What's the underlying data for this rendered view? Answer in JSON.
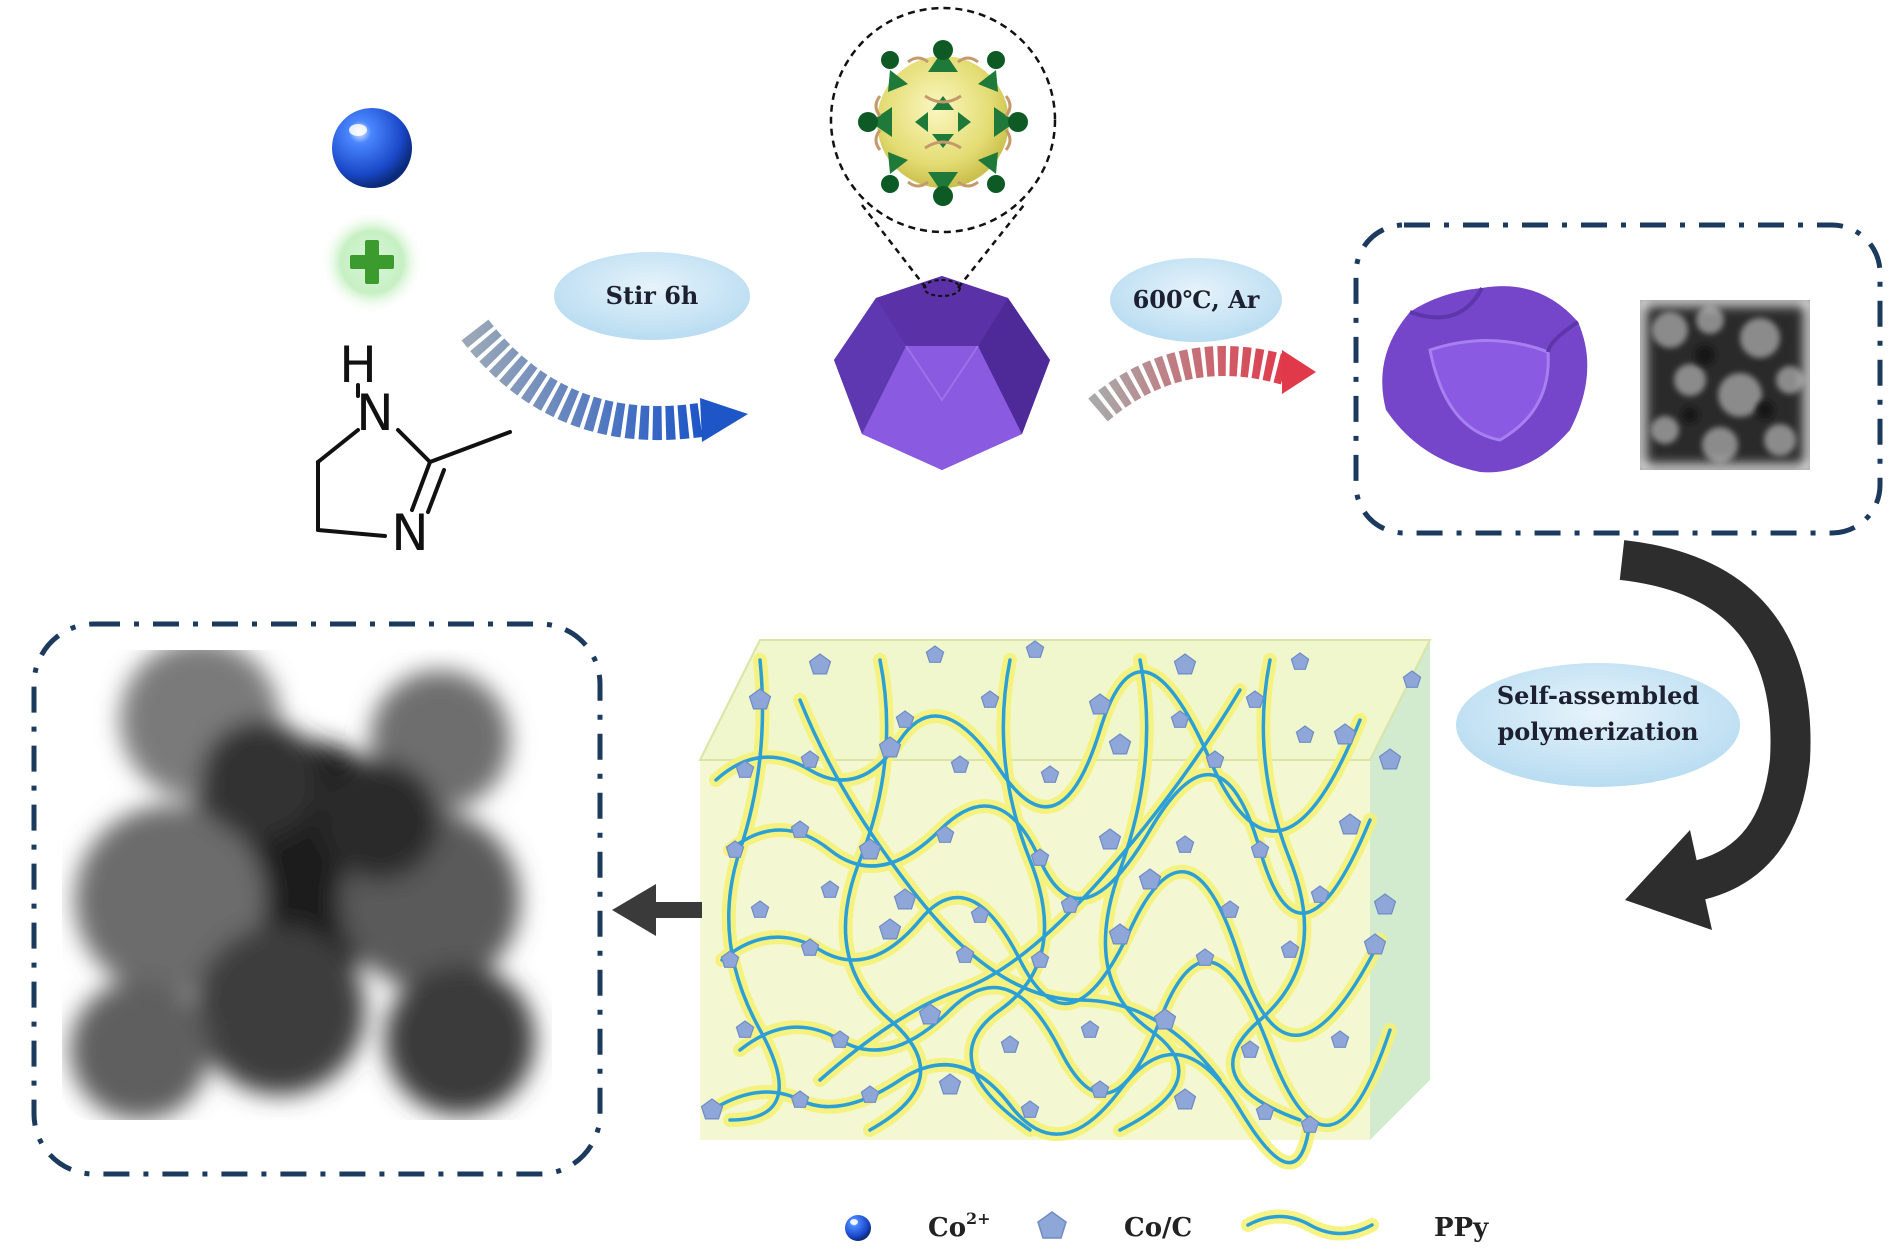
{
  "steps": {
    "stir": "Stir 6h",
    "calcine": "600℃, Ar",
    "polymerize_line1": "Self-assembled",
    "polymerize_line2": "polymerization"
  },
  "molecule": {
    "atom_nh": "H",
    "atom_n_top": "N",
    "atom_n_bottom": "N"
  },
  "legend": {
    "co_ion_base": "Co",
    "co_ion_charge": "2+",
    "co_c": "Co/C",
    "ppy": "PPy"
  },
  "colors": {
    "zif_purple": "#7b4fcf",
    "ppy_blue": "#2b9fd6",
    "ppy_glow": "#f6f277",
    "frame_navy": "#1b3a5e",
    "co_ion_blue": "#1f5fe0",
    "coc_pentagon": "#8ea6d8"
  }
}
